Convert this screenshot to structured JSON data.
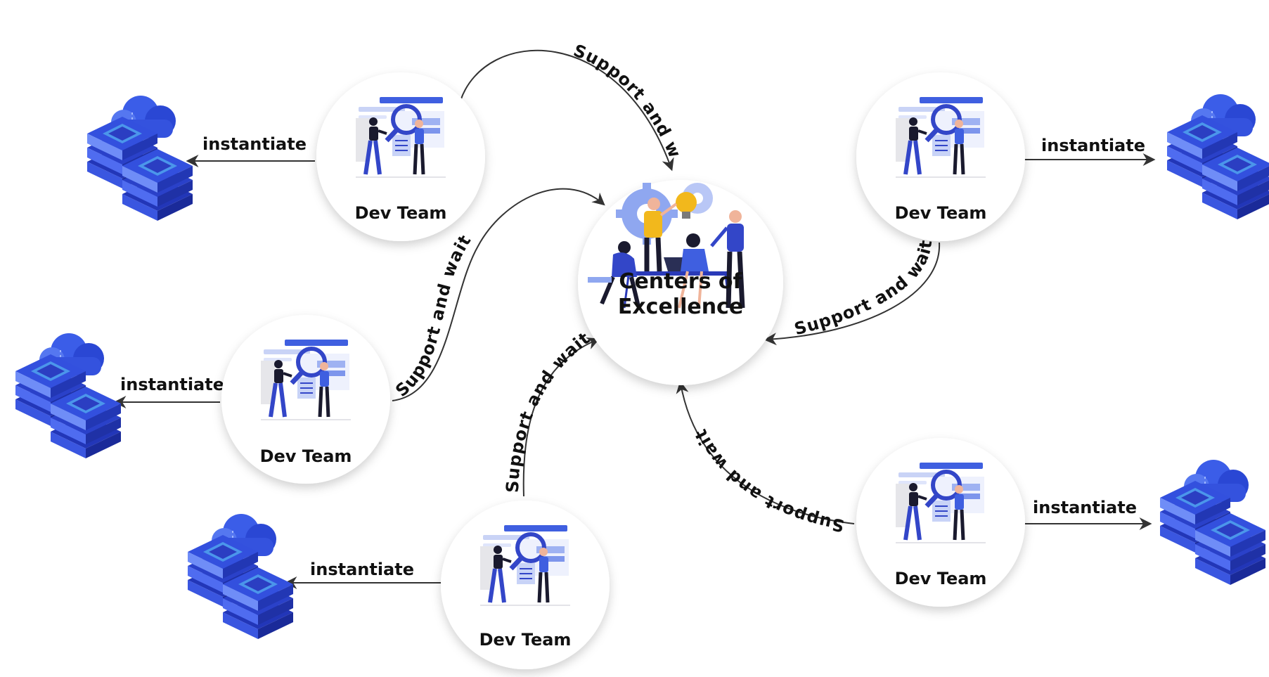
{
  "center": {
    "label_line1": "Centers of",
    "label_line2": "Excellence"
  },
  "dev_teams": [
    {
      "label": "Dev Team",
      "action": "instantiate",
      "link": "Support and wait"
    },
    {
      "label": "Dev Team",
      "action": "instantiate",
      "link": "Support and wait"
    },
    {
      "label": "Dev Team",
      "action": "instantiate",
      "link": "Support and wait"
    },
    {
      "label": "Dev Team",
      "action": "instantiate",
      "link": "Support and wait"
    },
    {
      "label": "Dev Team",
      "action": "instantiate",
      "link": "Support and wait"
    }
  ],
  "colors": {
    "arrow": "#333333",
    "blue_primary": "#3346c8",
    "blue_light": "#8fa7f0",
    "blue_dark": "#1e2a8f",
    "cloud_blue": "#4a6ff0",
    "bulb_yellow": "#f2b81c",
    "skin": "#f0b49a",
    "dark_figure": "#1a1a2e",
    "circle_shadow": "#d7d7d7"
  }
}
